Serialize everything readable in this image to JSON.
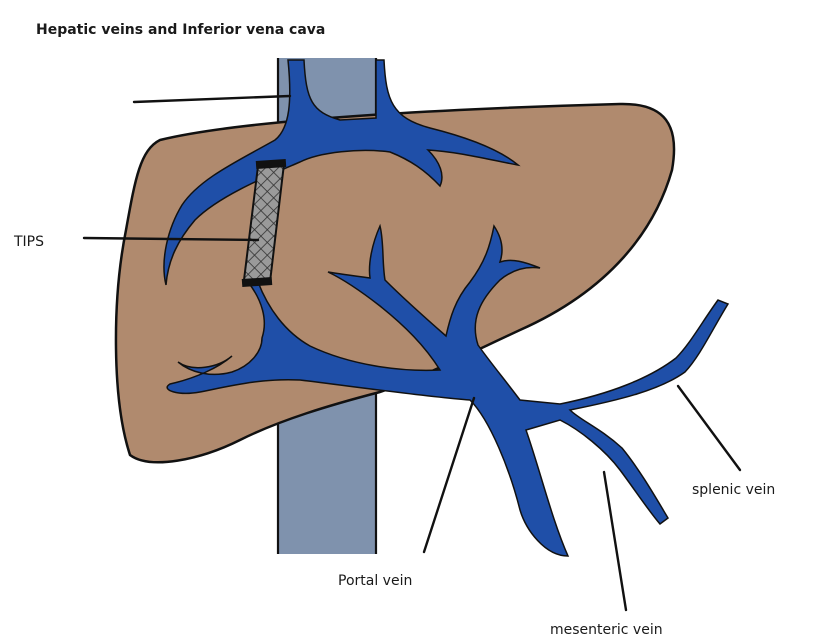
{
  "labels": {
    "title": "Hepatic veins and Inferior vena cava",
    "tips": "TIPS",
    "portal": "Portal vein",
    "splenic": "splenic vein",
    "mesenteric": "mesenteric vein"
  },
  "colors": {
    "liver": "#b08a6e",
    "vein": "#1f4fa8",
    "vena_cava": "#7f92ad",
    "stent": "#8a8a8a",
    "outline": "#111111"
  }
}
